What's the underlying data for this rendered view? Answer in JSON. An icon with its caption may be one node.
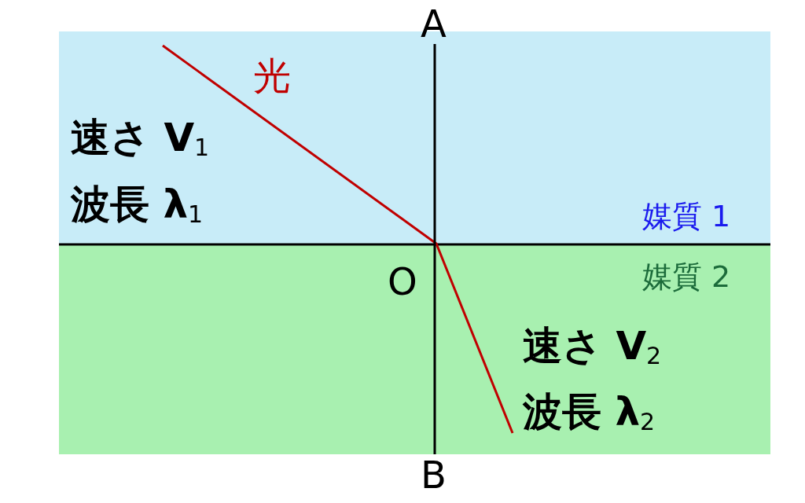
{
  "diagram": {
    "nodes": [
      {
        "text": [
          "A"
        ]
      },
      {
        "text": [
          "B"
        ]
      }
    ],
    "edges": [
      {
        "from": 0,
        "to": 1,
        "arrow": "none"
      }
    ],
    "labels": [
      "光",
      "速さ V$_{1}$",
      "波長 λ$_{1}$",
      "媒質 1",
      "O",
      "媒質 2",
      "速さ V$_{2}$",
      "波長 λ$_{2}$"
    ]
  }
}
